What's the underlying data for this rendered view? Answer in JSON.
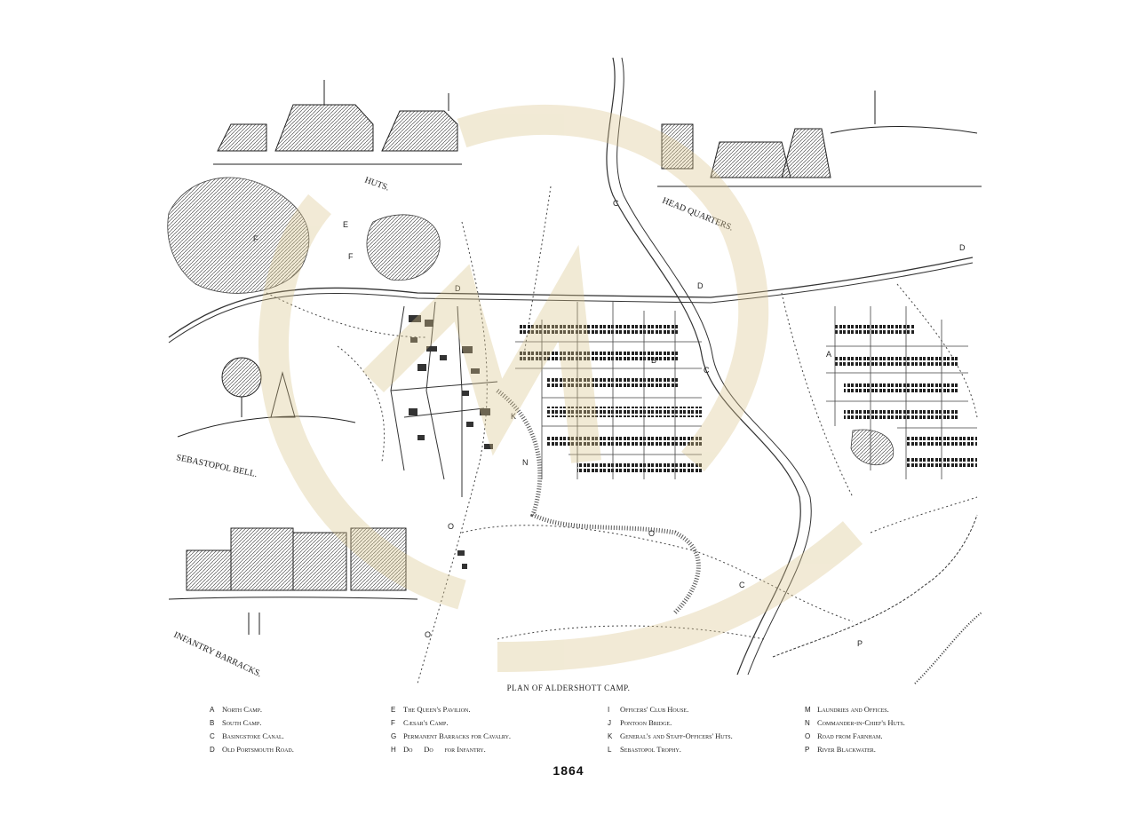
{
  "map": {
    "vignette_labels": {
      "huts": "HUTS.",
      "head_quarters": "HEAD QUARTERS.",
      "sebastopol_bell": "SEBASTOPOL BELL.",
      "infantry_barracks": "INFANTRY BARRACKS."
    },
    "area_letters": [
      "A",
      "B",
      "C",
      "D",
      "E",
      "F",
      "K",
      "N",
      "O",
      "P"
    ],
    "caption": "PLAN OF ALDERSHOTT CAMP.",
    "year": "1864",
    "watermark": "circular-logo-watermark"
  },
  "legend": {
    "columns": [
      [
        {
          "key": "A",
          "text": "North Camp."
        },
        {
          "key": "B",
          "text": "South Camp."
        },
        {
          "key": "C",
          "text": "Basingstoke Canal."
        },
        {
          "key": "D",
          "text": "Old Portsmouth Road."
        }
      ],
      [
        {
          "key": "E",
          "text": "The Queen's Pavilion."
        },
        {
          "key": "F",
          "text": "Cæsar's Camp."
        },
        {
          "key": "G",
          "text": "Permanent Barracks for Cavalry."
        },
        {
          "key": "H",
          "text": "Do      Do      for Infantry."
        }
      ],
      [
        {
          "key": "I",
          "text": "Officers' Club House."
        },
        {
          "key": "J",
          "text": "Pontoon Bridge."
        },
        {
          "key": "K",
          "text": "General's and Staff-Officers' Huts."
        },
        {
          "key": "L",
          "text": "Sebastopol Trophy."
        }
      ],
      [
        {
          "key": "M",
          "text": "Laundries and Offices."
        },
        {
          "key": "N",
          "text": "Commander-in-Chief's Huts."
        },
        {
          "key": "O",
          "text": "Road from Farnham."
        },
        {
          "key": "P",
          "text": "River Blackwater."
        }
      ]
    ]
  }
}
